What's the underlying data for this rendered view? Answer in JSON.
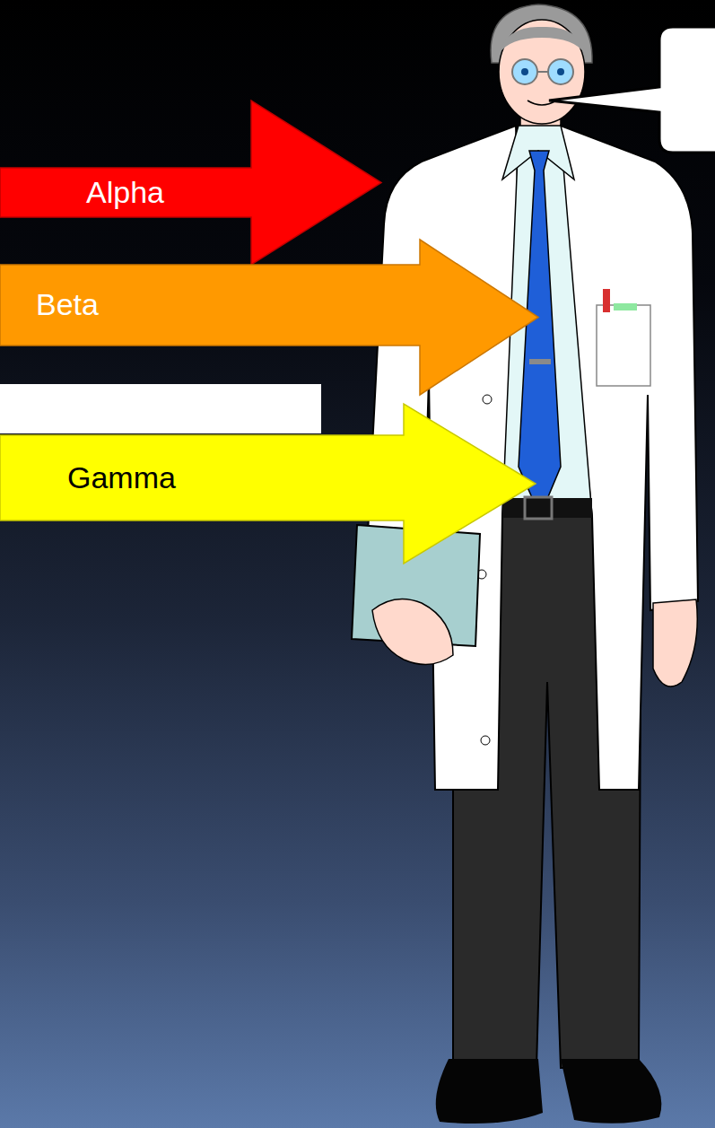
{
  "diagram": {
    "nodes": [
      {
        "text": [
          "Alpha"
        ]
      },
      {
        "text": [
          "Beta"
        ]
      },
      {
        "text": [
          "Gamma"
        ]
      }
    ]
  }
}
